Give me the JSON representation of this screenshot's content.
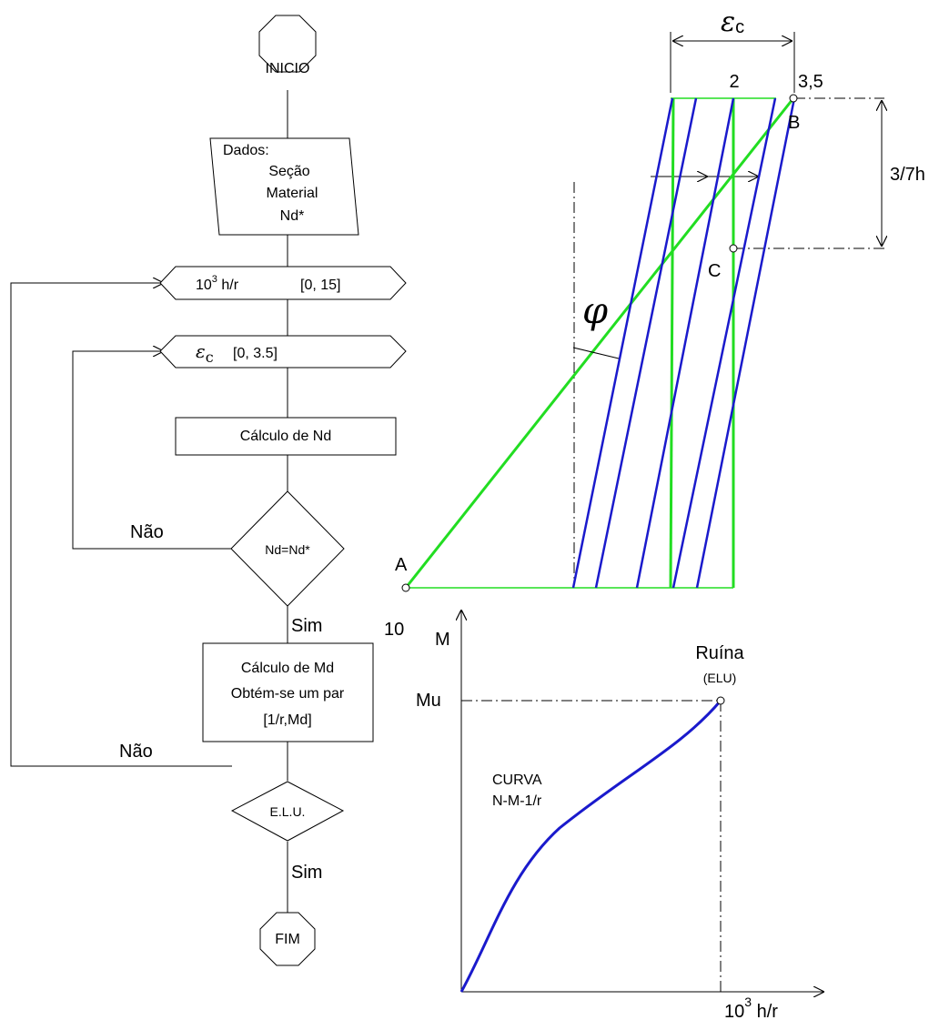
{
  "flowchart": {
    "start": "INICIO",
    "input_title": "Dados:",
    "input_line1": "Seção",
    "input_line2": "Material",
    "input_line3": "Nd*",
    "loop1_base": "10",
    "loop1_exp": "3",
    "loop1_rest": " h/r",
    "loop1_range": "[0, 15]",
    "loop2_symbol": "ε",
    "loop2_sub": "c",
    "loop2_range": "[0, 3.5]",
    "calc_nd": "Cálculo de Nd",
    "decision1": "Nd=Nd*",
    "decision1_no": "Não",
    "decision1_yes": "Sim",
    "calc_md_line1": "Cálculo de Md",
    "calc_md_line2": "Obtém-se um par",
    "calc_md_line3": "[1/r,Md]",
    "decision2": "E.L.U.",
    "decision2_no": "Não",
    "decision2_yes": "Sim",
    "end": "FIM"
  },
  "strain_diagram": {
    "epsilon_symbol": "ε",
    "epsilon_sub": "c",
    "label_2": "2",
    "label_3_5": "3,5",
    "label_3_7h": "3/7h",
    "label_A": "A",
    "label_B": "B",
    "label_C": "C",
    "label_10": "10",
    "phi_symbol": "φ",
    "colors": {
      "strain_lines": "#1a1acc",
      "domain_lines": "#22dd22"
    }
  },
  "moment_curve": {
    "y_axis_label": "M",
    "mu_label": "Mu",
    "ruina_label": "Ruína",
    "elu_label": "(ELU)",
    "curve_label_line1": "CURVA",
    "curve_label_line2": "N-M-1/r",
    "x_axis_base": "10",
    "x_axis_exp": "3",
    "x_axis_rest": " h/r",
    "curve_color": "#1a1acc"
  }
}
